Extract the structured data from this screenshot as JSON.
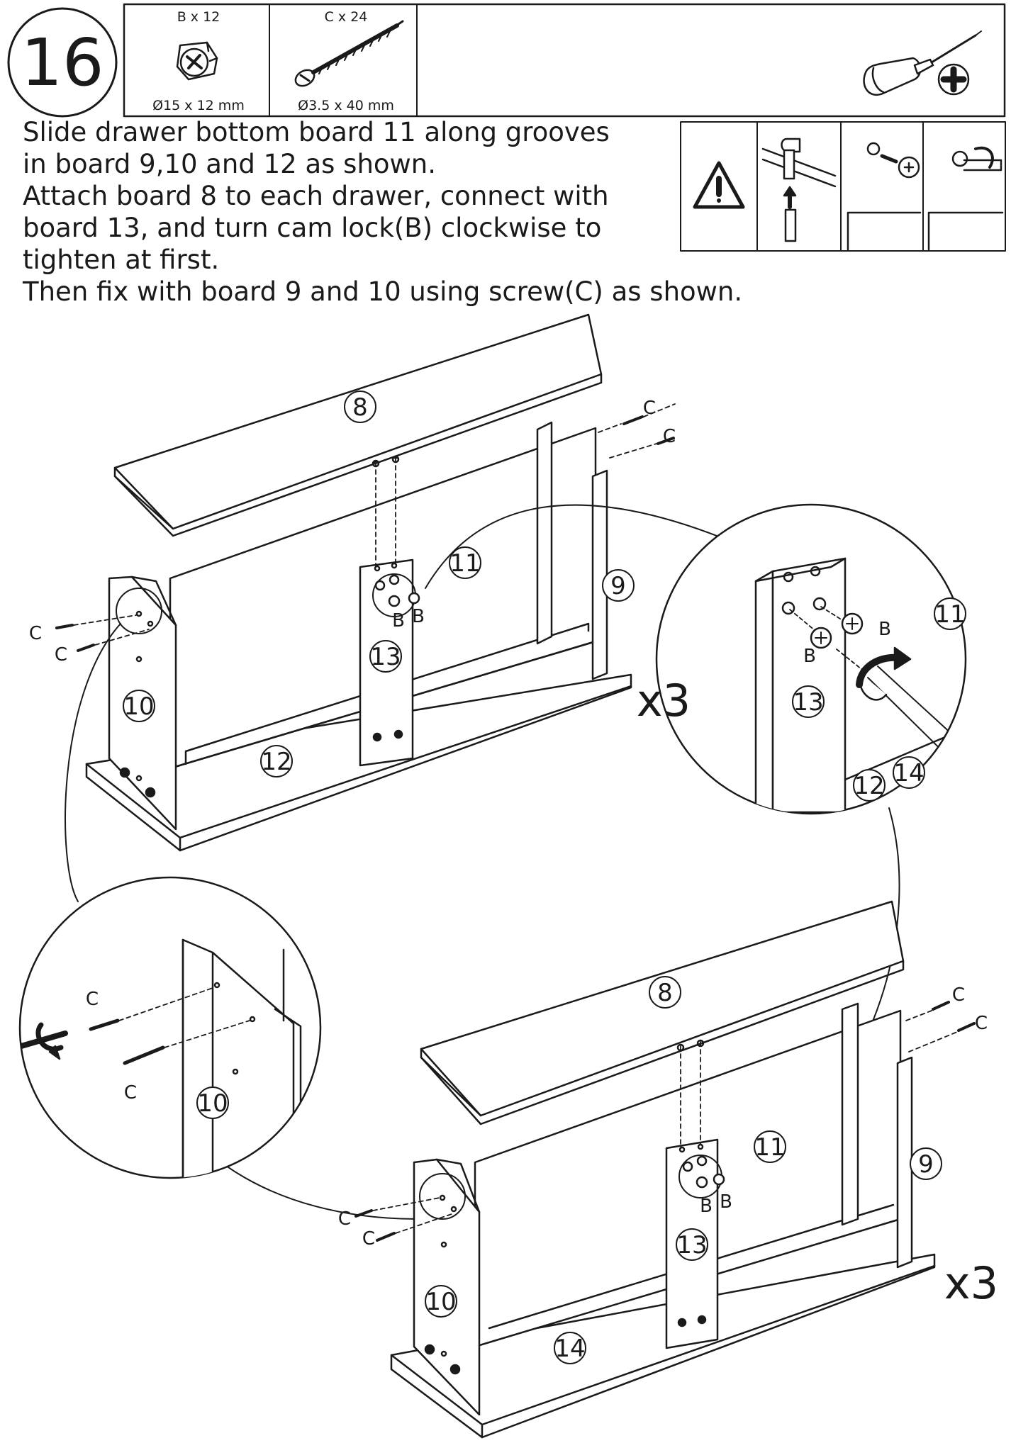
{
  "step": {
    "number": "16"
  },
  "parts": [
    {
      "label": "B x 12",
      "size": "Ø15 x 12 mm",
      "icon": "cam-lock-icon"
    },
    {
      "label": "C x 24",
      "size": "Ø3.5 x 40 mm",
      "icon": "screw-icon"
    }
  ],
  "tool": {
    "icon": "phillips-screwdriver-icon"
  },
  "instructions": [
    "Slide drawer bottom board 11 along grooves",
    "in board 9,10 and 12 as shown.",
    "Attach board 8 to each drawer, connect with",
    "board 13, and turn cam lock(B) clockwise to",
    "tighten at first.",
    "Then fix with board 9 and 10 using screw(C) as shown."
  ],
  "warning_panel": {
    "icon": "warning-icon"
  },
  "assembly_top": {
    "boards": {
      "b8": "8",
      "b9": "9",
      "b10": "10",
      "b11": "11",
      "b12": "12",
      "b13": "13"
    },
    "hardware": {
      "b": "B",
      "c": "C"
    },
    "multiplier": "x3"
  },
  "detail_right": {
    "boards": {
      "b11": "11",
      "b12": "12",
      "b13": "13",
      "b14": "14"
    },
    "hardware": {
      "b": "B"
    }
  },
  "detail_left": {
    "boards": {
      "b10": "10"
    },
    "hardware": {
      "c": "C"
    }
  },
  "assembly_bottom": {
    "boards": {
      "b8": "8",
      "b9": "9",
      "b10": "10",
      "b11": "11",
      "b13": "13",
      "b14": "14"
    },
    "hardware": {
      "b": "B",
      "c": "C"
    },
    "multiplier": "x3"
  }
}
